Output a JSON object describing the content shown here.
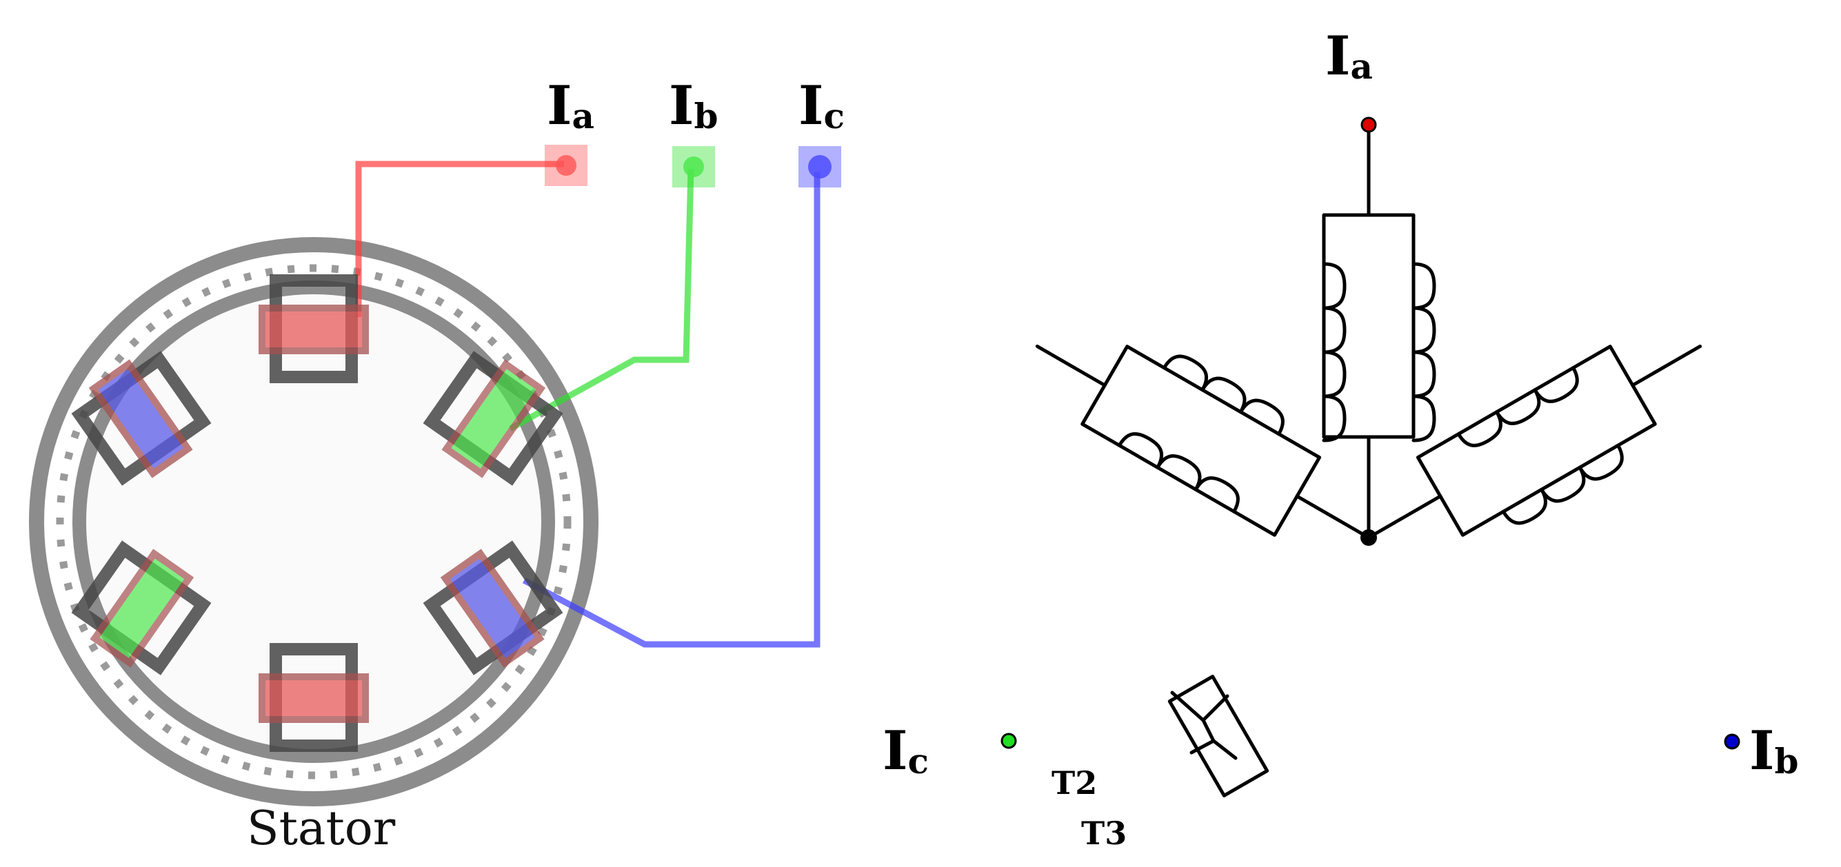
{
  "stator_label": "Stator",
  "phases": [
    {
      "main": "I",
      "sub": "a",
      "color": "#ff3b3b"
    },
    {
      "main": "I",
      "sub": "b",
      "color": "#2ee02e"
    },
    {
      "main": "I",
      "sub": "c",
      "color": "#3b3bff"
    }
  ],
  "tap_labels": [
    "T2",
    "T3"
  ],
  "colors": {
    "ring": "#8c8c8c",
    "pole_frame": "#454545",
    "coil_outline": "#a55050",
    "node_a": "#e00000",
    "node_b": "#0000cc",
    "node_c": "#22dd22"
  }
}
